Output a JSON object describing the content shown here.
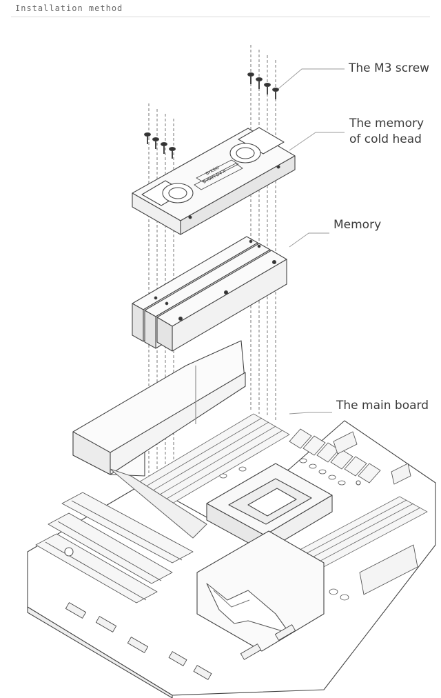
{
  "header": {
    "title": "Installation method"
  },
  "callouts": {
    "screw": "The M3 screw",
    "cold_head_line1": "The memory",
    "cold_head_line2": "of cold head",
    "memory": "Memory",
    "main_board": "The main board"
  },
  "cold_head": {
    "label_top": "BYKSKI",
    "label_bottom": "B-RAM-D4-X"
  },
  "colors": {
    "line": "#444444",
    "light_line": "#8a8a8a",
    "fill": "#ffffff",
    "shade": "#f1f1f1"
  }
}
